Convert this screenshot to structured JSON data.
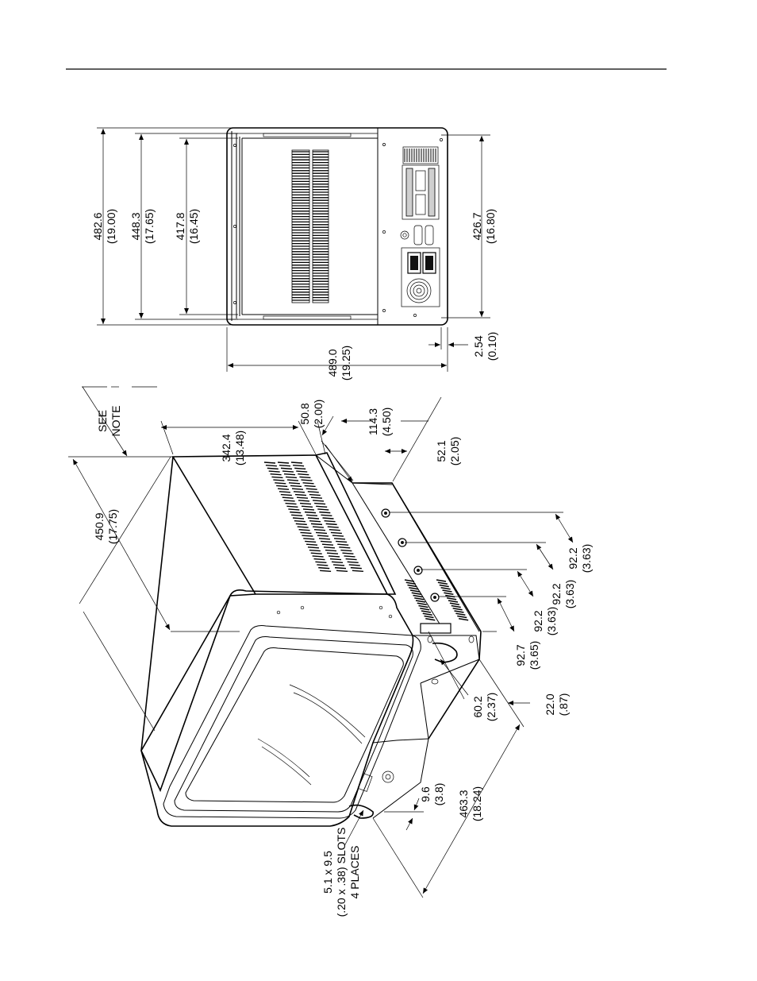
{
  "dimensions": {
    "top_view": {
      "d1": {
        "mm": "482.6",
        "in": "(19.00)"
      },
      "d2": {
        "mm": "448.3",
        "in": "(17.65)"
      },
      "d3": {
        "mm": "417.8",
        "in": "(16.45)"
      },
      "d4": {
        "mm": "426.7",
        "in": "(16.80)"
      },
      "d5": {
        "mm": "489.0",
        "in": "(19.25)"
      },
      "d6": {
        "mm": "2.54",
        "in": "(0.10)"
      }
    },
    "iso_view": {
      "d1": {
        "mm": "450.9",
        "in": "(17.75)"
      },
      "d2": {
        "mm": "342.4",
        "in": "(13.48)"
      },
      "d3": {
        "mm": "50.8",
        "in": "(2.00)"
      },
      "d4": {
        "mm": "114.3",
        "in": "(4.50)"
      },
      "d5": {
        "mm": "52.1",
        "in": "(2.05)"
      },
      "d6": {
        "mm": "92.2",
        "in": "(3.63)"
      },
      "d7": {
        "mm": "92.2",
        "in": "(3.63)"
      },
      "d8": {
        "mm": "92.2",
        "in": "(3.63)"
      },
      "d9": {
        "mm": "92.7",
        "in": "(3.65)"
      },
      "d10": {
        "mm": "22.0",
        "in": "(.87)"
      },
      "d11": {
        "mm": "60.2",
        "in": "(2.37)"
      },
      "d12": {
        "mm": "9.6",
        "in": "(3.8)"
      },
      "d13": {
        "mm": "463.3",
        "in": "(18.24)"
      }
    }
  },
  "see_note": {
    "line1": "SEE",
    "line2": "NOTE"
  },
  "slots": {
    "line1": "5.1 x 9.5",
    "line2": "(.20 x .38) SLOTS",
    "line3": "4 PLACES"
  }
}
